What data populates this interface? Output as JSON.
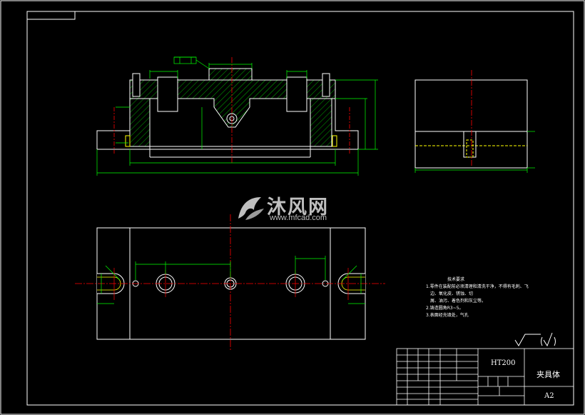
{
  "watermark": {
    "brand_cn": "沐风网",
    "url": "www.mfcad.com"
  },
  "tech_notes": {
    "title": "技术要求",
    "items": [
      "1.零件在装配前必须清理和清洗干净，不得有毛刺、飞",
      "边、氧化皮、锈蚀、切",
      "屑、油污、着色剂和灰尘等。",
      "2.铸造圆角R3~5。",
      "3.表面经充填处，气孔"
    ]
  },
  "title_block": {
    "material": "HT200",
    "part_name": "夹具体",
    "sheet_size": "A2"
  },
  "colors": {
    "background": "#000000",
    "outline": "#ffffff",
    "dimension": "#00ff00",
    "centerline": "#ff0000",
    "hatch": "#00c000",
    "hidden": "#ffff00",
    "text": "#ffffff"
  }
}
